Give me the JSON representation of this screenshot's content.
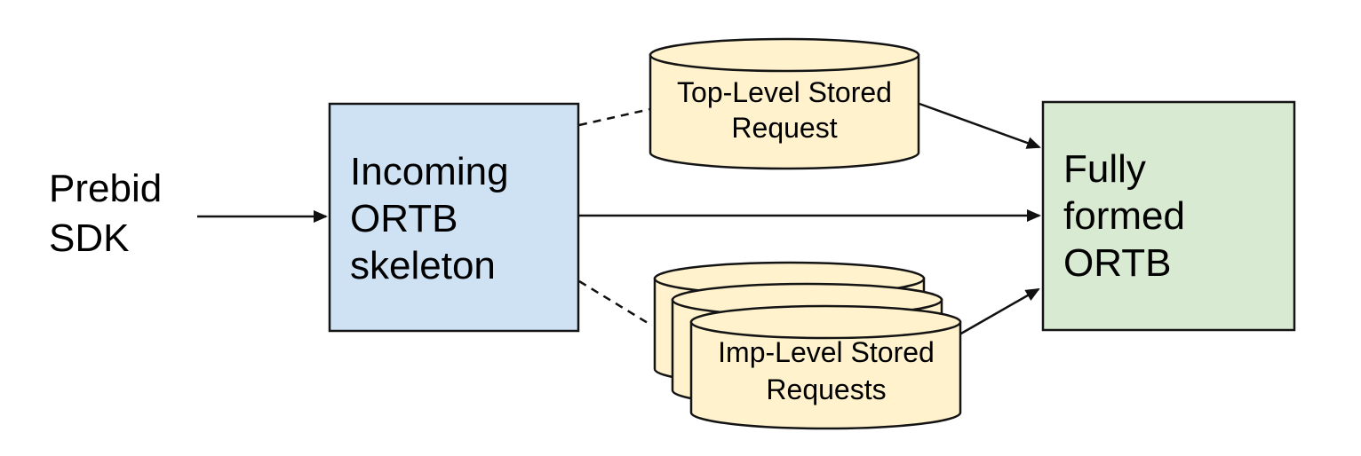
{
  "nodes": {
    "prebid": {
      "label": "Prebid\nSDK",
      "type": "text"
    },
    "incoming": {
      "label": "Incoming\nORTB\nskeleton",
      "type": "box"
    },
    "top_stored": {
      "label": "Top-Level Stored\nRequest",
      "type": "cylinder"
    },
    "imp_stored": {
      "label": "Imp-Level Stored\nRequests",
      "type": "cylinder-stack",
      "stack_count": 3
    },
    "fully_formed": {
      "label": "Fully\nformed\nORTB",
      "type": "box"
    }
  },
  "edges": [
    {
      "from": "Prebid SDK",
      "to": "Incoming ORTB skeleton",
      "style": "solid-arrow"
    },
    {
      "from": "Incoming ORTB skeleton",
      "to": "Top-Level Stored Request",
      "style": "dashed"
    },
    {
      "from": "Incoming ORTB skeleton",
      "to": "Imp-Level Stored Requests",
      "style": "dashed"
    },
    {
      "from": "Incoming ORTB skeleton",
      "to": "Fully formed ORTB",
      "style": "solid-arrow"
    },
    {
      "from": "Top-Level Stored Request",
      "to": "Fully formed ORTB",
      "style": "solid-arrow"
    },
    {
      "from": "Imp-Level Stored Requests",
      "to": "Fully formed ORTB",
      "style": "solid-arrow"
    }
  ],
  "colors": {
    "box_blue": "#cfe2f3",
    "box_green": "#d9ead3",
    "cylinder_fill": "#fff2cc",
    "line": "#111111",
    "text": "#000000",
    "background": "#ffffff"
  }
}
